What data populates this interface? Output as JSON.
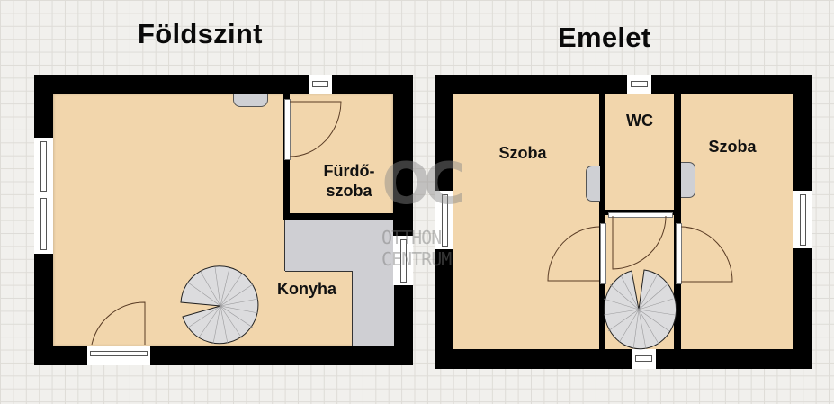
{
  "floors": [
    {
      "title": "Földszint",
      "rooms": [
        {
          "label_line1": "Fürdő-",
          "label_line2": "szoba"
        },
        {
          "label": "Konyha"
        }
      ]
    },
    {
      "title": "Emelet",
      "rooms": [
        {
          "label": "Szoba"
        },
        {
          "label": "WC"
        },
        {
          "label": "Szoba"
        }
      ]
    }
  ],
  "watermark": {
    "line1": "OTTHON",
    "line2": "CENTRUM",
    "monogram": "OC"
  },
  "colors": {
    "wall": "#000000",
    "floor": "#f2d6ac",
    "kitchen_counter": "#cfcfd3",
    "grid_bg": "#f1f0ed"
  }
}
